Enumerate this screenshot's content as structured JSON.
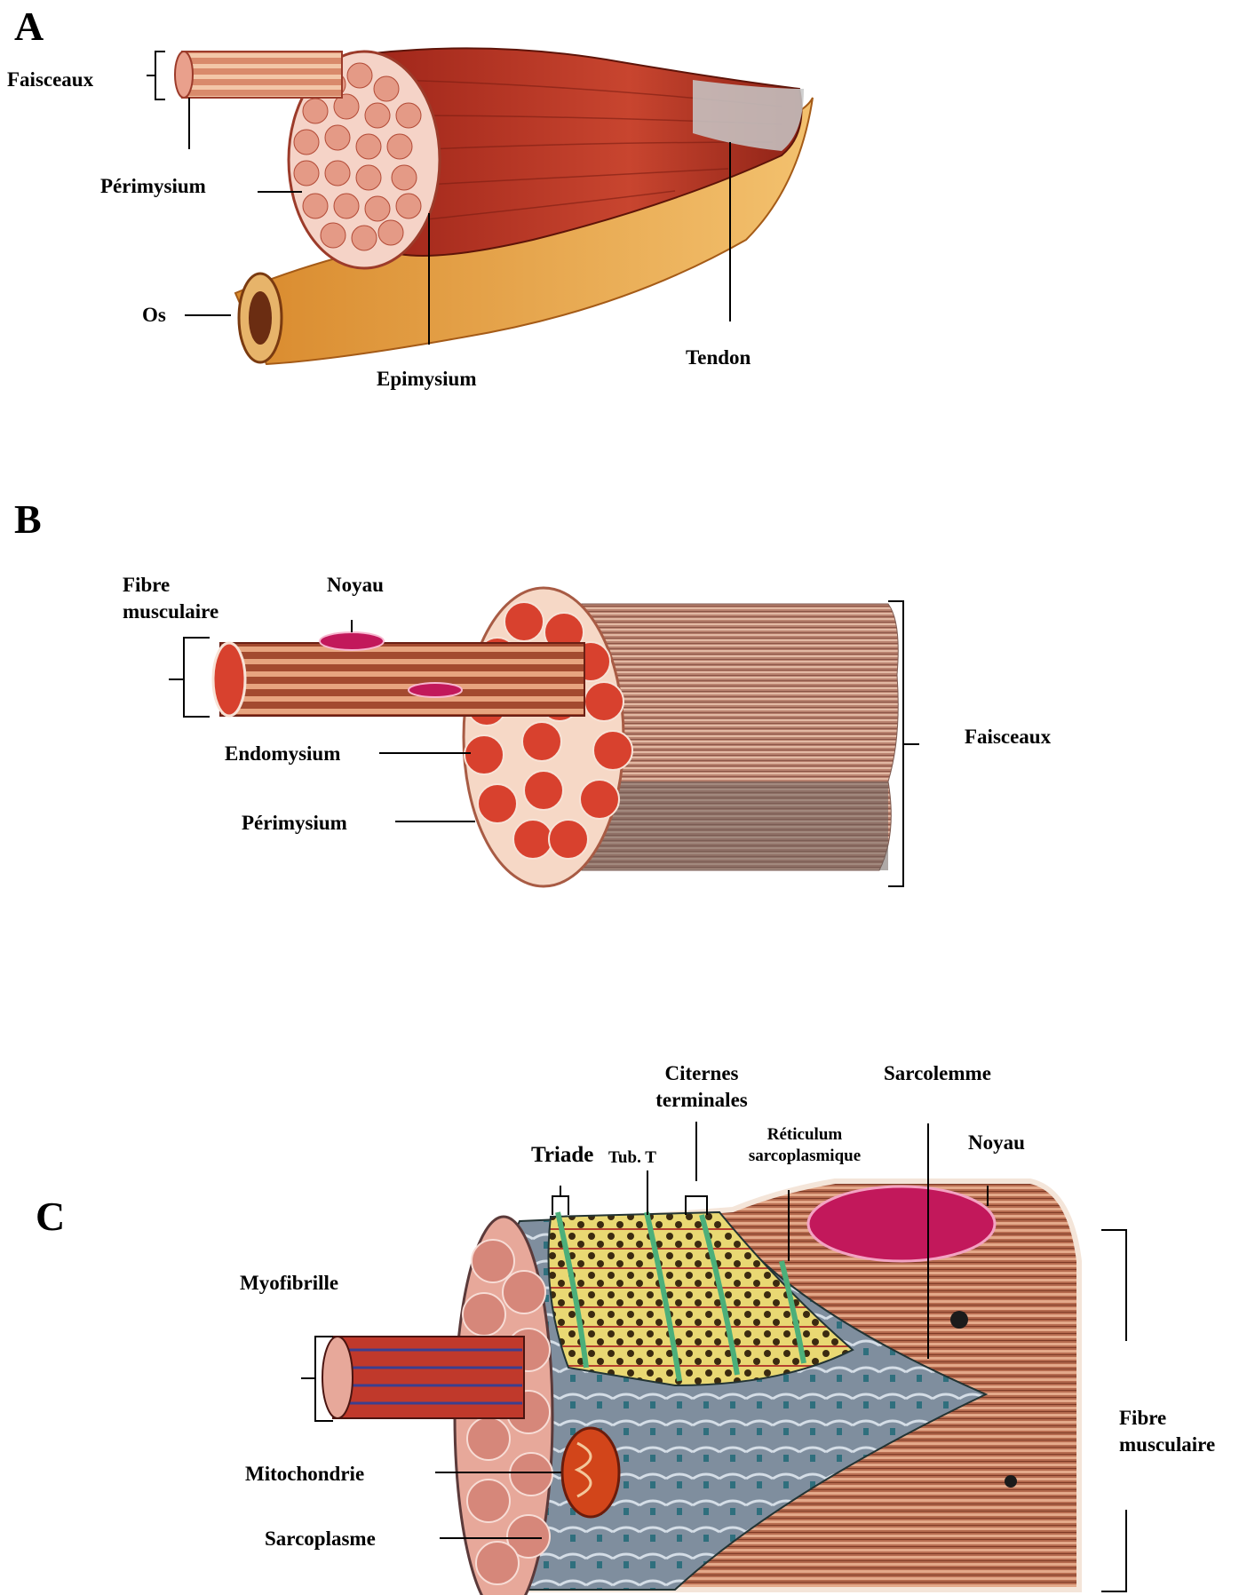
{
  "panels": {
    "A": {
      "letter": "A",
      "labels": {
        "faisceaux": "Faisceaux",
        "perimysium": "Périmysium",
        "os": "Os",
        "epimysium": "Epimysium",
        "tendon": "Tendon"
      }
    },
    "B": {
      "letter": "B",
      "labels": {
        "fibre_line1": "Fibre",
        "fibre_line2": "musculaire",
        "noyau": "Noyau",
        "endomysium": "Endomysium",
        "perimysium": "Périmysium",
        "faisceaux": "Faisceaux"
      }
    },
    "C": {
      "letter": "C",
      "labels": {
        "citernes_line1": "Citernes",
        "citernes_line2": "terminales",
        "sarcolemme": "Sarcolemme",
        "triade": "Triade",
        "tub_t": "Tub. T",
        "reticulum_line1": "Réticulum",
        "reticulum_line2": "sarcoplasmique",
        "noyau": "Noyau",
        "myofibrille": "Myofibrille",
        "mitochondrie": "Mitochondrie",
        "sarcoplasme": "Sarcoplasme",
        "fibre_line1": "Fibre",
        "fibre_line2": "musculaire"
      }
    }
  },
  "colors": {
    "muscle_red": "#c0392b",
    "muscle_dark": "#7b1d12",
    "fiber_pink": "#e9a08c",
    "tendon_orange": "#e0902e",
    "bone": "#e7b46a",
    "nucleus": "#c2185b",
    "reticulum_yellow": "#e6d36a",
    "t_tubule_green": "#4caf7a",
    "sarcoplasm_grey": "#8d99a6",
    "fiber_brown": "#b76f55"
  }
}
